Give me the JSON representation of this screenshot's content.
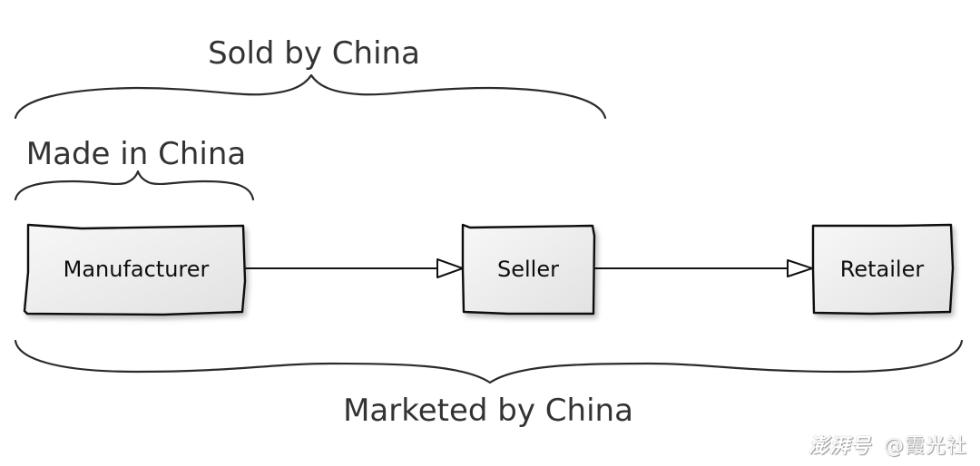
{
  "diagram": {
    "groups": {
      "sold": {
        "label": "Sold by China",
        "spans": [
          "Manufacturer",
          "Seller"
        ]
      },
      "made": {
        "label": "Made in China",
        "spans": [
          "Manufacturer"
        ]
      },
      "marketed": {
        "label": "Marketed by China",
        "spans": [
          "Manufacturer",
          "Seller",
          "Retailer"
        ]
      }
    },
    "nodes": [
      {
        "id": "manufacturer",
        "label": "Manufacturer"
      },
      {
        "id": "seller",
        "label": "Seller"
      },
      {
        "id": "retailer",
        "label": "Retailer"
      }
    ],
    "edges": [
      {
        "from": "manufacturer",
        "to": "seller",
        "head": "hollow-triangle"
      },
      {
        "from": "seller",
        "to": "retailer",
        "head": "hollow-triangle"
      }
    ],
    "colors": {
      "stroke": "#111111",
      "label_text": "#333333",
      "box_fill_top": "#f6f6f6",
      "box_fill_bottom": "#e4e4e4",
      "background": "#ffffff"
    }
  },
  "watermark": {
    "brand": "澎湃号",
    "handle": "@霞光社"
  }
}
